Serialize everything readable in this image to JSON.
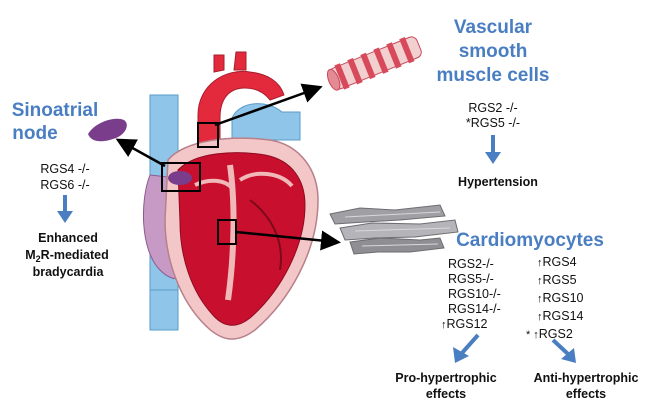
{
  "colors": {
    "title_blue": "#4a7ec2",
    "arrow_blue": "#4a7ec2",
    "arrow_black": "#000000",
    "heart_red": "#d7283a",
    "heart_dark": "#9e1b2f",
    "vessel_blue": "#8ec5e8",
    "node_purple": "#7a3d8c"
  },
  "sinoatrial": {
    "title_line1": "Sinoatrial",
    "title_line2": "node",
    "rgs_1": "RGS4 -/-",
    "rgs_2": "RGS6 -/-",
    "effect_line1": "Enhanced",
    "effect_line2_main": "M",
    "effect_line2_sub": "2",
    "effect_line2_rest": "R-mediated",
    "effect_line3": "bradycardia"
  },
  "vascular": {
    "title_line1": "Vascular",
    "title_line2": "smooth",
    "title_line3": "muscle cells",
    "rgs_1": "RGS2 -/-",
    "rgs_2": "*RGS5 -/-",
    "effect": "Hypertension"
  },
  "cardio": {
    "title": "Cardiomyocytes",
    "knockouts": [
      "RGS2-/-",
      "RGS5-/-",
      "RGS10-/-",
      "RGS14-/-",
      "RGS12"
    ],
    "knockout_up_prefix": "↑",
    "overexpression": [
      "RGS4",
      "RGS5",
      "RGS10",
      "RGS14",
      "RGS2"
    ],
    "up_arrow": "↑",
    "star": "*",
    "pro_line1": "Pro-hypertrophic",
    "pro_line2": "effects",
    "anti_line1": "Anti-hypertrophic",
    "anti_line2": "effects"
  }
}
